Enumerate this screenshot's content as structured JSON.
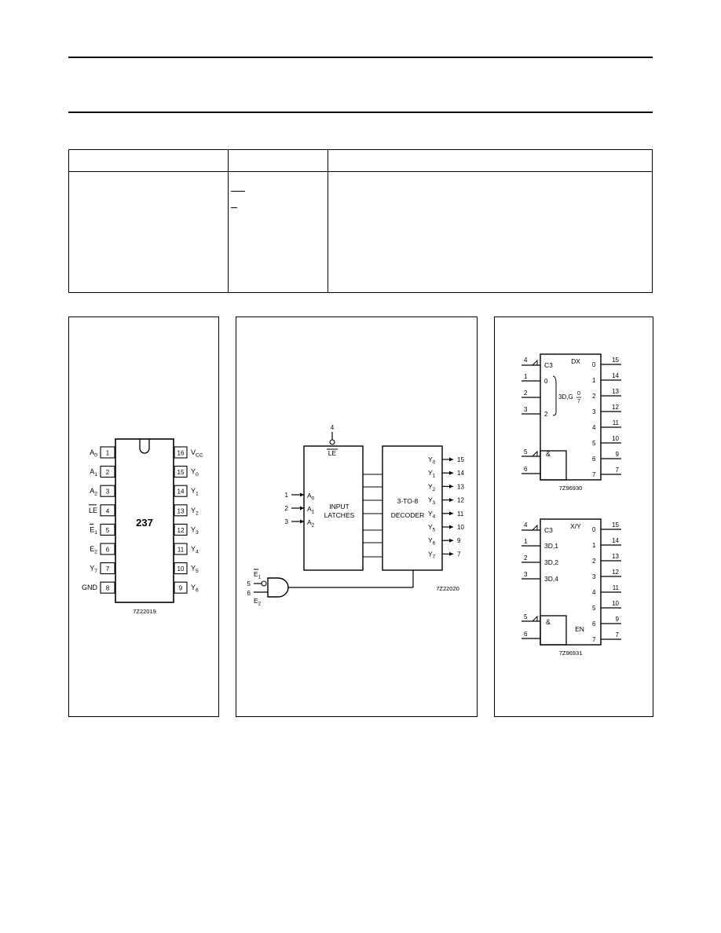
{
  "pinning": {
    "part_number": "237",
    "left_pins": [
      {
        "name": "A0",
        "pin": "1"
      },
      {
        "name": "A1",
        "pin": "2"
      },
      {
        "name": "A2",
        "pin": "3"
      },
      {
        "name": "LE",
        "pin": "4"
      },
      {
        "name": "E1",
        "pin": "5"
      },
      {
        "name": "E2",
        "pin": "6"
      },
      {
        "name": "Y7",
        "pin": "7"
      },
      {
        "name": "GND",
        "pin": "8"
      }
    ],
    "right_pins": [
      {
        "name": "VCC",
        "pin": "16"
      },
      {
        "name": "Y0",
        "pin": "15"
      },
      {
        "name": "Y1",
        "pin": "14"
      },
      {
        "name": "Y2",
        "pin": "13"
      },
      {
        "name": "Y3",
        "pin": "12"
      },
      {
        "name": "Y4",
        "pin": "11"
      },
      {
        "name": "Y5",
        "pin": "10"
      },
      {
        "name": "Y6",
        "pin": "9"
      }
    ],
    "figure_code": "7Z22019"
  },
  "logic_diagram": {
    "le_pin": "4",
    "le_label": "LE",
    "latch_label": [
      "INPUT",
      "LATCHES"
    ],
    "decoder_label": [
      "3-TO-8",
      "DECODER"
    ],
    "address_inputs": [
      {
        "pin": "1",
        "name": "A0"
      },
      {
        "pin": "2",
        "name": "A1"
      },
      {
        "pin": "3",
        "name": "A2"
      }
    ],
    "outputs": [
      {
        "name": "Y0",
        "pin": "15"
      },
      {
        "name": "Y1",
        "pin": "14"
      },
      {
        "name": "Y2",
        "pin": "13"
      },
      {
        "name": "Y3",
        "pin": "12"
      },
      {
        "name": "Y4",
        "pin": "11"
      },
      {
        "name": "Y5",
        "pin": "10"
      },
      {
        "name": "Y6",
        "pin": "9"
      },
      {
        "name": "Y7",
        "pin": "7"
      }
    ],
    "enable_inputs": [
      {
        "pin": "5",
        "name": "E1"
      },
      {
        "pin": "6",
        "name": "E2"
      }
    ],
    "figure_code": "7Z22020"
  },
  "iec_symbol_a": {
    "function": "DX",
    "label_cs": "C3",
    "input_pins": [
      "1",
      "2",
      "3"
    ],
    "input_weights": [
      "0",
      "",
      "2"
    ],
    "inner_label": "3D,G",
    "inner_range": [
      "0",
      "7"
    ],
    "and_label": "&",
    "enable_pins": [
      "5",
      "6"
    ],
    "le_pin": "4",
    "outputs": [
      {
        "n": "0",
        "pin": "15"
      },
      {
        "n": "1",
        "pin": "14"
      },
      {
        "n": "2",
        "pin": "13"
      },
      {
        "n": "3",
        "pin": "12"
      },
      {
        "n": "4",
        "pin": "11"
      },
      {
        "n": "5",
        "pin": "10"
      },
      {
        "n": "6",
        "pin": "9"
      },
      {
        "n": "7",
        "pin": "7"
      }
    ],
    "figure_code": "7Z96930"
  },
  "iec_symbol_b": {
    "function": "X/Y",
    "label_cs": "C3",
    "input_pins": [
      "1",
      "2",
      "3"
    ],
    "input_labels": [
      "3D,1",
      "3D,2",
      "3D,4"
    ],
    "and_label": "&",
    "en_label": "EN",
    "enable_pins": [
      "5",
      "6"
    ],
    "le_pin": "4",
    "outputs": [
      {
        "n": "0",
        "pin": "15"
      },
      {
        "n": "1",
        "pin": "14"
      },
      {
        "n": "2",
        "pin": "13"
      },
      {
        "n": "3",
        "pin": "12"
      },
      {
        "n": "4",
        "pin": "11"
      },
      {
        "n": "5",
        "pin": "10"
      },
      {
        "n": "6",
        "pin": "9"
      },
      {
        "n": "7",
        "pin": "7"
      }
    ],
    "figure_code": "7Z96931"
  }
}
